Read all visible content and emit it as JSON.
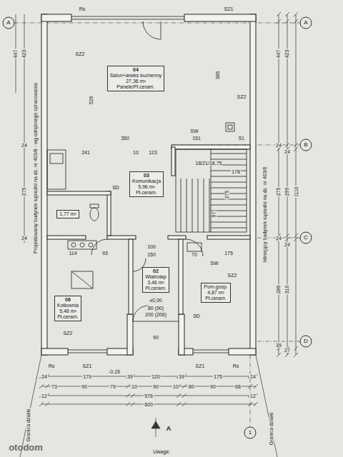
{
  "diagram": {
    "nodes": [
      {
        "text": [
          "04",
          "Salon+aneks kuchenny",
          "27,36 m²",
          "Panele/Pł.ceram."
        ]
      },
      {
        "text": [
          "03",
          "Komunikacja",
          "5,96 m²",
          "Pł.ceram."
        ]
      },
      {
        "text": [
          "1,77 m²"
        ]
      },
      {
        "text": [
          "02",
          "Wiatrołap",
          "3,46 m²",
          "Pł.ceram."
        ]
      },
      {
        "text": [
          "Pom.gosp.",
          "4,87 m²",
          "Pł.ceram."
        ]
      },
      {
        "text": [
          "06",
          "Kotłownia",
          "5,48 m²",
          "Pł.ceram."
        ]
      }
    ],
    "labels": [
      "A",
      "A",
      "B",
      "C",
      "D",
      "1",
      "A",
      "Rs",
      "SZ1",
      "SZ2",
      "SZ2",
      "SW",
      "SD",
      "SW",
      "SZ2",
      "SD",
      "SZ2",
      "Rs",
      "SZ1",
      "SZ1",
      "Rs",
      "526",
      "386",
      "350",
      "151",
      "51",
      "241",
      "10",
      "123",
      "18/21/18,75",
      "178",
      "275",
      "97",
      "114",
      "93",
      "100",
      "150",
      "70",
      "175",
      "±0,00",
      "80 (90)",
      "200 (206)",
      "-0,15",
      "90",
      "24",
      "179",
      "39",
      "120",
      "39",
      "175",
      "24",
      "73",
      "90",
      "79",
      "10",
      "90",
      "10",
      "80",
      "90",
      "68",
      "12",
      "576",
      "12",
      "600",
      "447",
      "24",
      "275",
      "24",
      "286",
      "39",
      "423",
      "24",
      "299",
      "24",
      "310",
      "27",
      "1110",
      "447",
      "423",
      "24",
      "275",
      "24",
      "Projektowany budynek sąsiedni na dz. nr 403/8 - wg odrębnego opracowania",
      "Istniejący budynek sąsiedni na dz. nr 403/6",
      "Granica działki",
      "Granica działki",
      "Uwaga:",
      "otodom"
    ]
  }
}
